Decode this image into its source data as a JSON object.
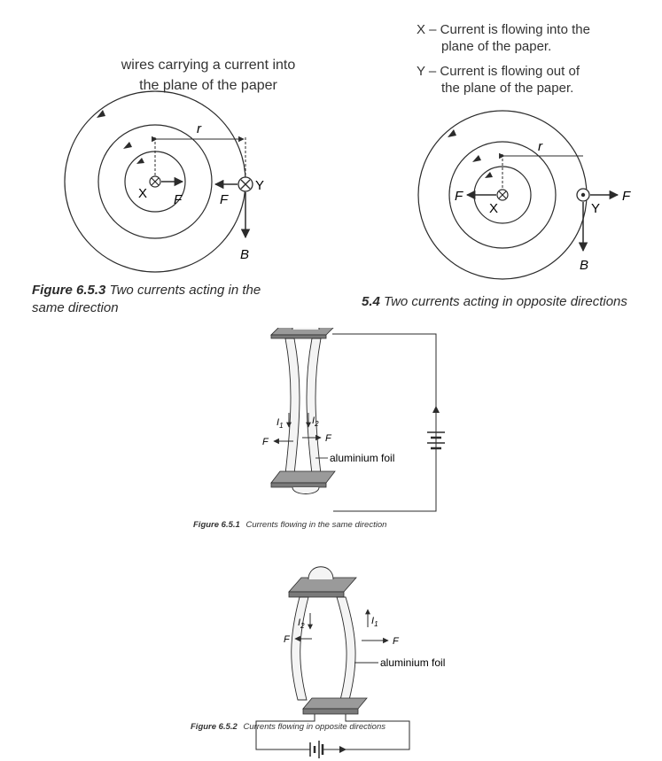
{
  "figure_653": {
    "heading_line1": "wires carrying a current into",
    "heading_line2": "the plane of  the paper",
    "label_r": "r",
    "label_X": "X",
    "label_Y": "Y",
    "label_F_left": "F",
    "label_F_right": "F",
    "label_B": "B",
    "caption_number": "Figure 6.5.3",
    "caption_text_line1": "Two currents acting in the",
    "caption_text_line2": "same direction"
  },
  "figure_654": {
    "legend_x_line1": "X – Current is flowing into the",
    "legend_x_line2": "plane of  the paper.",
    "legend_y_line1": "Y – Current is flowing out of",
    "legend_y_line2": "the plane of  the paper.",
    "label_r": "r",
    "label_X": "X",
    "label_Y": "Y",
    "label_F_left": "F",
    "label_F_right": "F",
    "label_B": "B",
    "caption_number": "5.4",
    "caption_text": "Two currents acting in opposite directions"
  },
  "figure_651": {
    "label_I1": "I",
    "label_I1_sub": "1",
    "label_I2": "I",
    "label_I2_sub": "2",
    "label_F_left": "F",
    "label_F_right": "F",
    "label_foil": "aluminium foil",
    "caption_number": "Figure 6.5.1",
    "caption_text": "Currents flowing in the same direction"
  },
  "figure_652": {
    "label_I1": "I",
    "label_I1_sub": "1",
    "label_I2": "I",
    "label_I2_sub": "2",
    "label_F_left": "F",
    "label_F_right": "F",
    "label_foil": "aluminium foil",
    "caption_number": "Figure 6.5.2",
    "caption_text": "Currents flowing in opposite directions"
  },
  "colors": {
    "ink": "#2b2b2b",
    "plate_fill": "#8c8c8c",
    "plate_top": "#a6a6a6",
    "foil_fill": "#f4f4f4"
  }
}
